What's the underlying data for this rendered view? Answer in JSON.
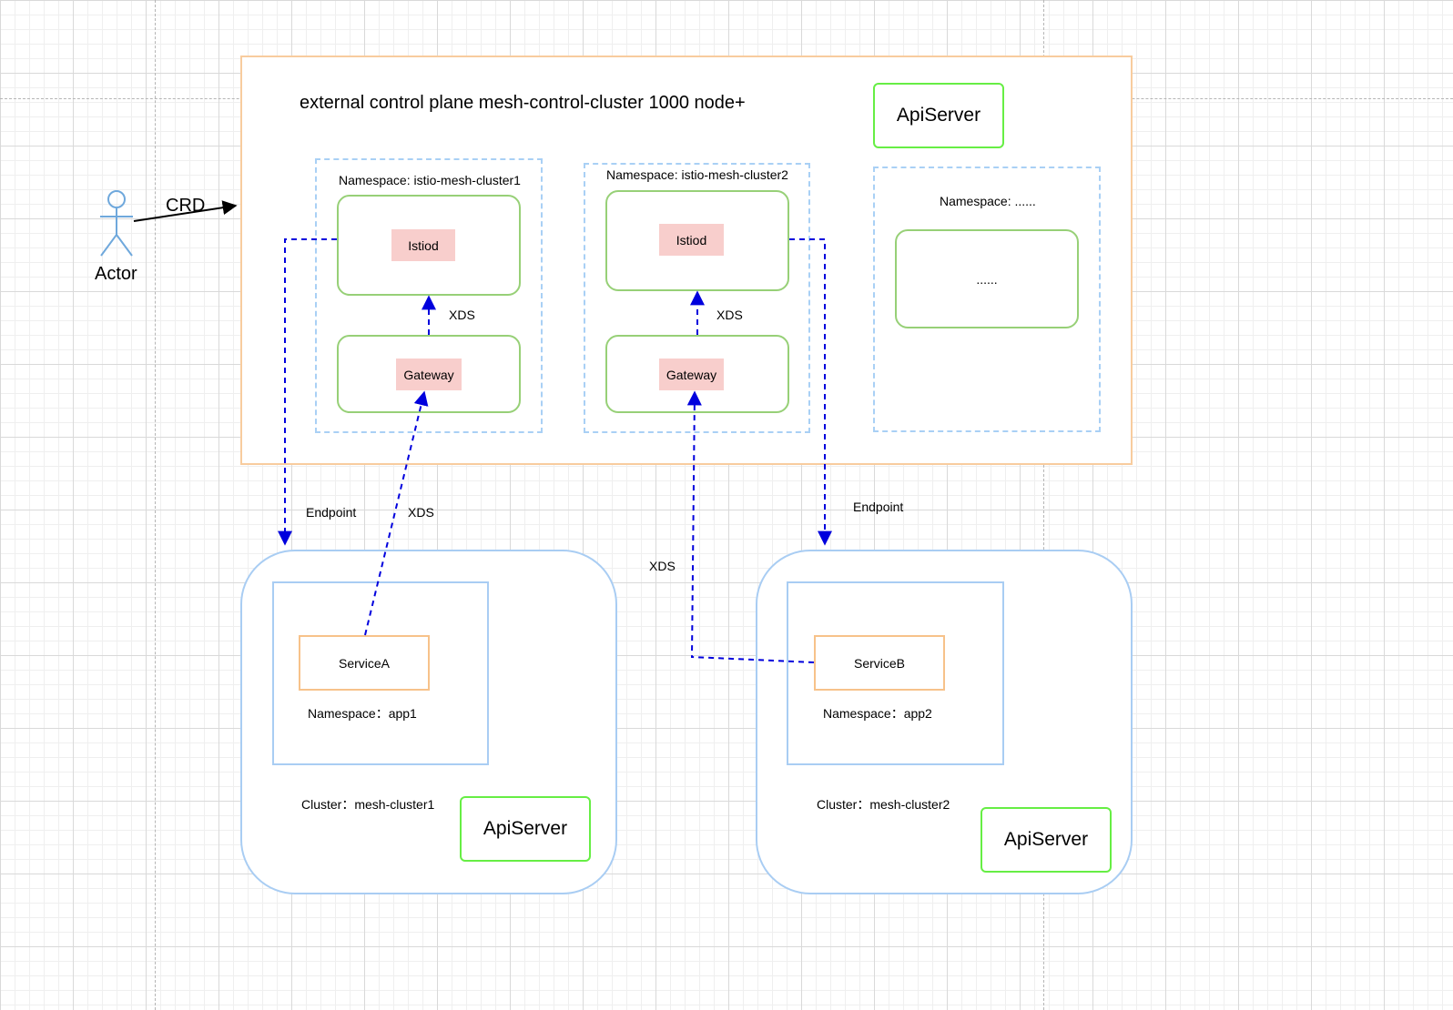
{
  "diagram": {
    "control_plane": {
      "title": "external  control plane mesh-control-cluster  1000 node+",
      "apiserver_label": "ApiServer",
      "namespaces": [
        {
          "label": "Namespace: istio-mesh-cluster1",
          "istiod": "Istiod",
          "gateway": "Gateway",
          "xds": "XDS"
        },
        {
          "label": "Namespace: istio-mesh-cluster2",
          "istiod": "Istiod",
          "gateway": "Gateway",
          "xds": "XDS"
        },
        {
          "label": "Namespace: ......",
          "content": "......"
        }
      ]
    },
    "actor": {
      "label": "Actor",
      "edge_label": "CRD"
    },
    "edges": {
      "endpoint_left": "Endpoint",
      "xds_left": "XDS",
      "xds_middle": "XDS",
      "endpoint_right": "Endpoint"
    },
    "clusters": [
      {
        "service": "ServiceA",
        "namespace": "Namespace：app1",
        "cluster_label": "Cluster：mesh-cluster1",
        "apiserver_label": "ApiServer"
      },
      {
        "service": "ServiceB",
        "namespace": "Namespace：app2",
        "cluster_label": "Cluster：mesh-cluster2",
        "apiserver_label": "ApiServer"
      }
    ],
    "colors": {
      "control_plane_border": "#f8cc9e",
      "green_border": "#97d077",
      "apiserver_border": "#66ee44",
      "pink_fill": "#f8cecc",
      "namespace_dash": "#a9d0f5",
      "cluster_border": "#a9cdf3",
      "service_border": "#f7c28a",
      "edge_blue": "#0000dd"
    }
  }
}
